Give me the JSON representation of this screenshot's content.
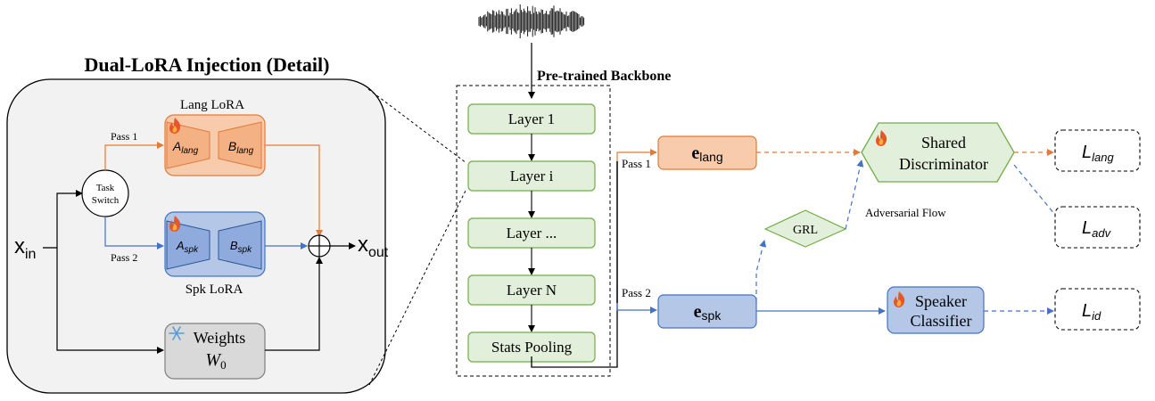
{
  "detail": {
    "title": "Dual-LoRA Injection (Detail)",
    "lang_lora_label": "Lang LoRA",
    "spk_lora_label": "Spk LoRA",
    "lang_a": {
      "base": "A",
      "sub": "lang"
    },
    "lang_b": {
      "base": "B",
      "sub": "lang"
    },
    "spk_a": {
      "base": "A",
      "sub": "spk"
    },
    "spk_b": {
      "base": "B",
      "sub": "spk"
    },
    "task_switch_line1": "Task",
    "task_switch_line2": "Switch",
    "pass1": "Pass 1",
    "pass2": "Pass 2",
    "x_in": {
      "base": "x",
      "sub": "in"
    },
    "x_out": {
      "base": "x",
      "sub": "out"
    },
    "weights_label": "Weights",
    "weights_symbol": {
      "base": "W",
      "sub": "0"
    }
  },
  "backbone": {
    "title": "Pre-trained Backbone",
    "layers": [
      "Layer 1",
      "Layer i",
      "Layer ...",
      "Layer N",
      "Stats Pooling"
    ]
  },
  "flow": {
    "pass1": "Pass 1",
    "pass2": "Pass 2",
    "e_lang": {
      "base": "e",
      "sub": "lang"
    },
    "e_spk": {
      "base": "e",
      "sub": "spk"
    },
    "grl": "GRL",
    "adversarial_flow": "Adversarial Flow",
    "shared_discriminator_line1": "Shared",
    "shared_discriminator_line2": "Discriminator",
    "speaker_classifier_line1": "Speaker",
    "speaker_classifier_line2": "Classifier",
    "loss_lang": {
      "base": "L",
      "sub": "lang"
    },
    "loss_adv": {
      "base": "L",
      "sub": "adv"
    },
    "loss_id": {
      "base": "L",
      "sub": "id"
    }
  },
  "icons": {
    "fire": "fire-icon",
    "snowflake": "snowflake-icon",
    "waveform": "audio-waveform-icon"
  },
  "colors": {
    "orange_fill": "#f8cbad",
    "orange_stroke": "#e07b39",
    "blue_fill": "#b4c7e7",
    "blue_stroke": "#4472c4",
    "green_fill": "#e2efda",
    "green_stroke": "#70ad47",
    "panel_fill": "#f2f2f2",
    "grey_fill": "#d9d9d9",
    "hex_fill": "#e2efda"
  }
}
